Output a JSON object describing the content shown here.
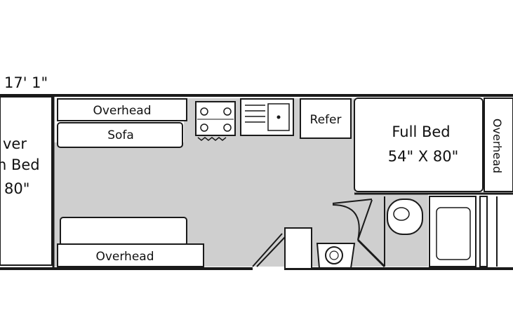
{
  "dimension": "17' 1\"",
  "labels": {
    "overhead_top": "Overhead",
    "sofa": "Sofa",
    "refer": "Refer",
    "full_bed_line1": "Full Bed",
    "full_bed_line2": "54\" X 80\"",
    "overhead_right": "Overhead",
    "overhead_bottom": "Overhead",
    "left_bed_line1": "ver",
    "left_bed_line2": "n Bed",
    "left_bed_line3": "80\""
  },
  "colors": {
    "floor": "#cfcfcf",
    "wall": "#1a1a1a",
    "fixture": "#ffffff"
  },
  "icons": [
    "stove-icon",
    "sink-icon",
    "toilet-icon",
    "shower-icon",
    "lavatory-sink-icon"
  ]
}
